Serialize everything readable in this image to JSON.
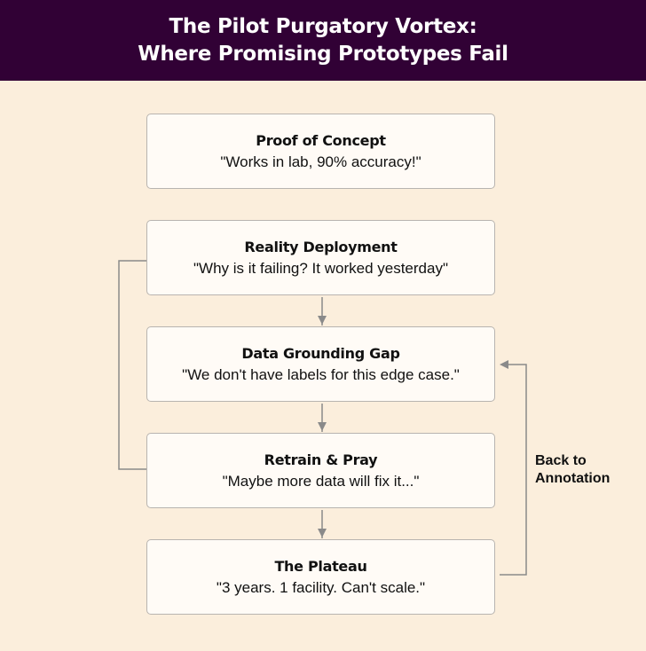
{
  "header": {
    "title_line1": "The Pilot Purgatory Vortex:",
    "title_line2": "Where Promising Prototypes Fail",
    "background": "#310135"
  },
  "stages": [
    {
      "title": "Proof of Concept",
      "quote": "\"Works in lab, 90% accuracy!\""
    },
    {
      "title": "Reality Deployment",
      "quote": "\"Why is it failing? It worked yesterday\""
    },
    {
      "title": "Data Grounding Gap",
      "quote": "\"We don't have labels for this edge case.\""
    },
    {
      "title": "Retrain & Pray",
      "quote": "\"Maybe more data will fix it...\""
    },
    {
      "title": "The Plateau",
      "quote": "\"3 years. 1 facility. Can't scale.\""
    }
  ],
  "loops": {
    "right_label_line1": "Back to",
    "right_label_line2": "Annotation"
  },
  "colors": {
    "background": "#FBEEDC",
    "box_fill": "#FFFBF6",
    "box_border": "#B8B4B0",
    "connector": "#8A8A8A"
  }
}
